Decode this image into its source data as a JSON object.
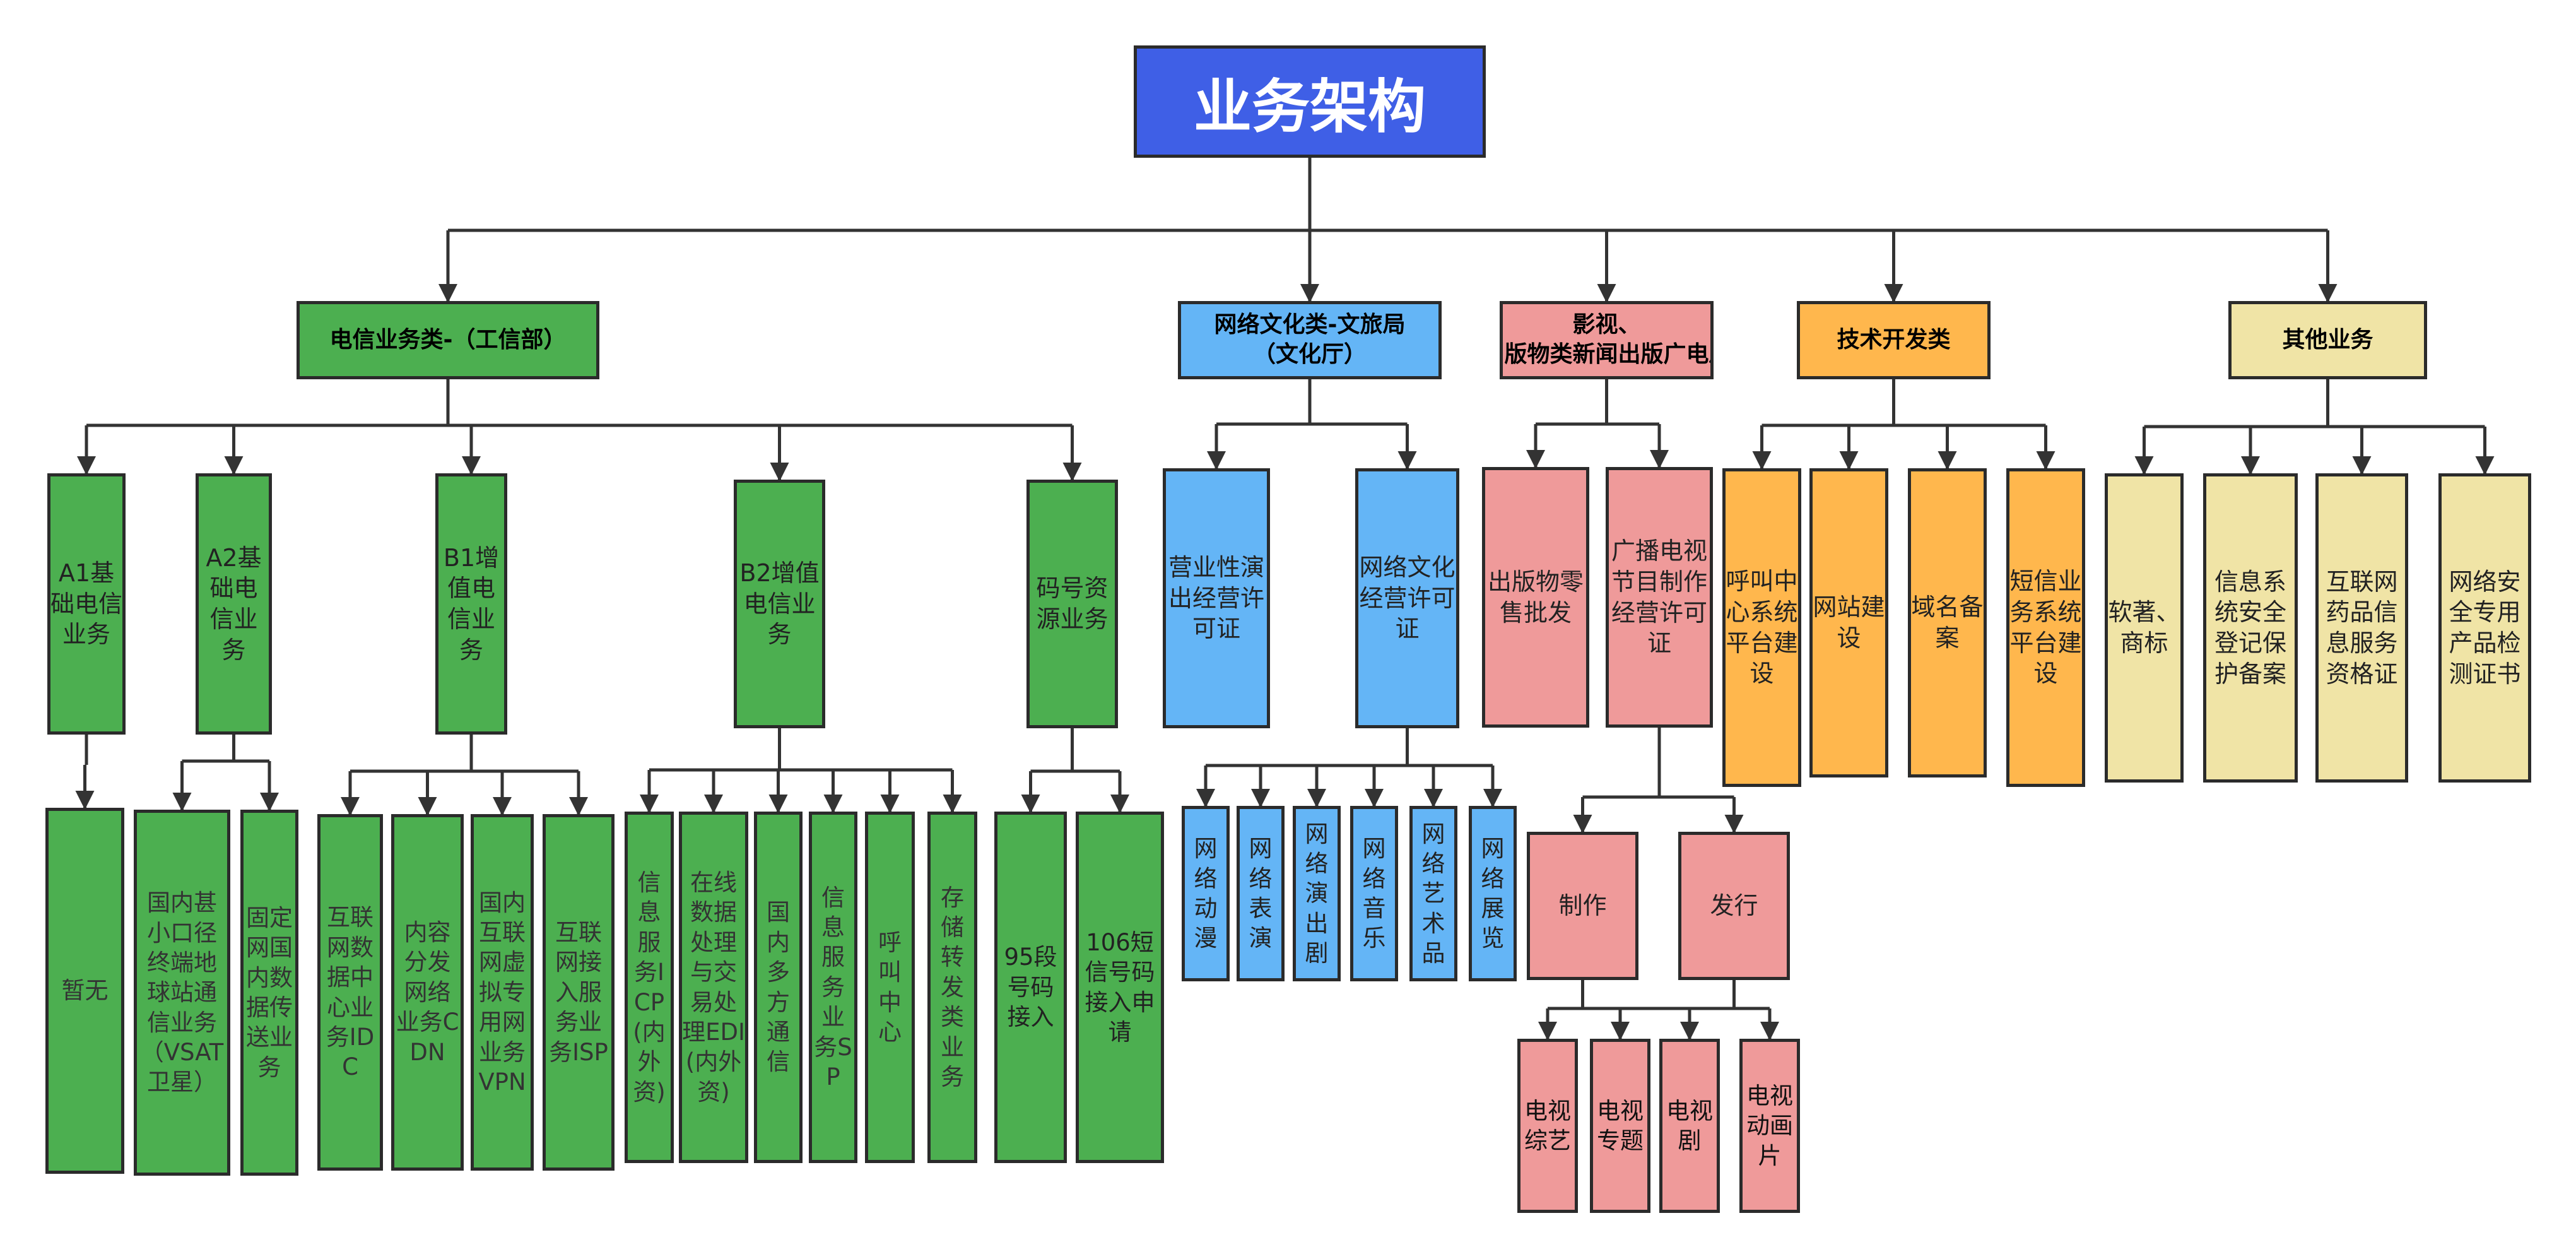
{
  "colors": {
    "title_bg": "#3f5fe6",
    "title_fg": "#ffffff",
    "telecom": "#4caf50",
    "culture": "#64b5f6",
    "media": "#ef9a9a",
    "tech": "#ffb74d",
    "other": "#f0e4a6",
    "line": "#333333"
  },
  "root": {
    "label": "业务架构"
  },
  "categories": [
    {
      "id": "telecom",
      "label": "电信业务类-（工信部）"
    },
    {
      "id": "culture",
      "label": "网络文化类-文旅局（文化厅）"
    },
    {
      "id": "media",
      "label": "影视、出版物类新闻出版广电局"
    },
    {
      "id": "tech",
      "label": "技术开发类"
    },
    {
      "id": "other",
      "label": "其他业务"
    }
  ],
  "telecom": {
    "groups": [
      {
        "label": "A1基础电信业务",
        "children": [
          "暂无"
        ]
      },
      {
        "label": "A2基础电信业务",
        "children": [
          "国内甚小口径终端地球站通信业务（VSAT卫星）",
          "固定网国内数据传送业务"
        ]
      },
      {
        "label": "B1增值电信业务",
        "children": [
          "互联网数据中心业务IDC",
          "内容分发网络业务CDN",
          "国内互联网虚拟专用网业务VPN",
          "互联网接入服务业务ISP"
        ]
      },
      {
        "label": "B2增值电信业务",
        "children": [
          "信息服务ICP(内外资)",
          "在线数据处理与交易处理EDI(内外资)",
          "国内多方通信",
          "信息服务业务SP",
          "呼叫中心",
          "存储转发类业务"
        ]
      },
      {
        "label": "码号资源业务",
        "children": [
          "95段号码接入",
          "106短信号码接入申请"
        ]
      }
    ]
  },
  "culture": {
    "groups": [
      {
        "label": "营业性演出经营许可证",
        "children": []
      },
      {
        "label": "网络文化经营许可证",
        "children": [
          "网络动漫",
          "网络表演",
          "网络演出剧",
          "网络音乐",
          "网络艺术品",
          "网络展览"
        ]
      }
    ]
  },
  "media": {
    "groups": [
      {
        "label": "出版物零售批发"
      },
      {
        "label": "广播电视节目制作经营许可证"
      }
    ],
    "steps": [
      "制作",
      "发行"
    ],
    "productions": [
      "电视综艺",
      "电视专题",
      "电视剧",
      "电视动画片"
    ]
  },
  "tech": {
    "items": [
      "呼叫中心系统平台建设",
      "网站建设",
      "域名备案",
      "短信业务系统平台建设"
    ]
  },
  "other": {
    "items": [
      "软著、商标",
      "信息系统安全登记保护备案",
      "互联网药品信息服务资格证",
      "网络安全专用产品检测证书"
    ]
  }
}
